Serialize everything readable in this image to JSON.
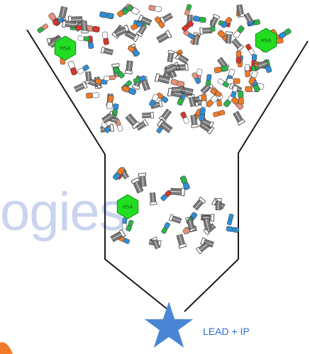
{
  "diagram": {
    "watermark_text": "ogies",
    "hsa_label": "HSA",
    "output_label": "LEAD + IP",
    "colors": {
      "funnel_line": "#1a1a1a",
      "hsa_fill": "#22dd22",
      "hsa_stroke": "#0d8f0d",
      "star": "#4a86d4",
      "label": "#2f6bd0",
      "watermark": "#c9d4ee",
      "orange": "#f07a28",
      "blue": "#2e8fd6",
      "red": "#d9352a",
      "salmon": "#e6927a",
      "green": "#2bb34a",
      "gray": "#7a7a7a"
    },
    "icons": [
      "hsa-hexagon-icon",
      "antibody-icon",
      "star-icon"
    ]
  }
}
